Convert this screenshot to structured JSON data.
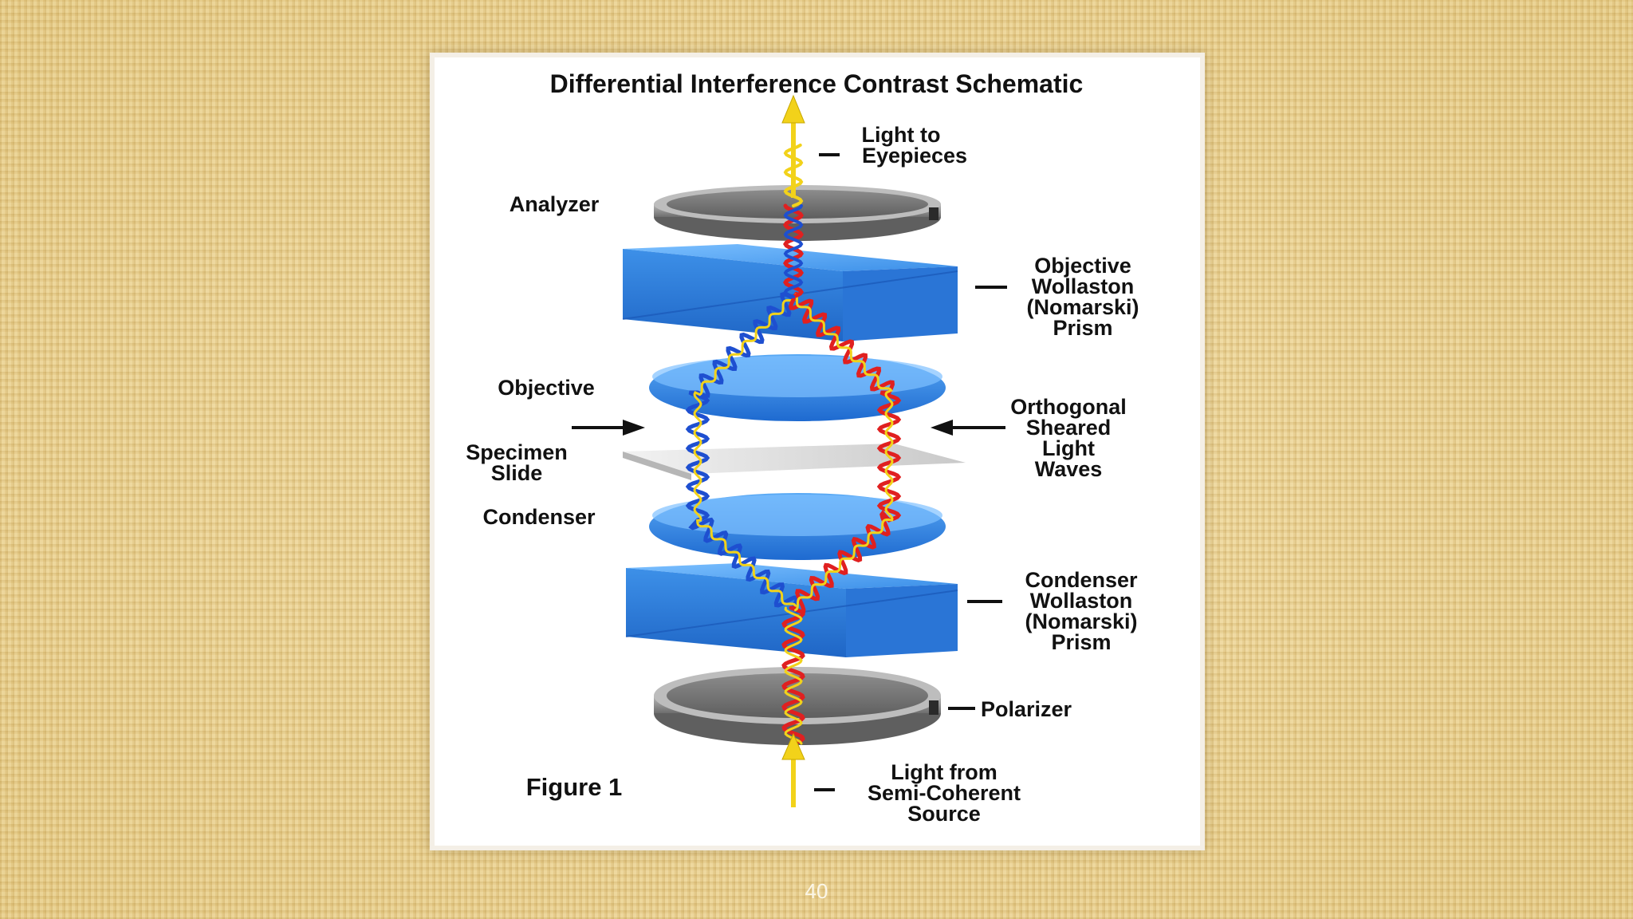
{
  "diagram": {
    "title": "Differential Interference Contrast Schematic",
    "labels": {
      "light_to_eyepieces": [
        "Light to",
        "Eyepieces"
      ],
      "analyzer": "Analyzer",
      "objective_prism": [
        "Objective",
        "Wollaston",
        "(Nomarski)",
        "Prism"
      ],
      "objective": "Objective",
      "orthogonal": [
        "Orthogonal",
        "Sheared",
        "Light",
        "Waves"
      ],
      "specimen_slide": [
        "Specimen",
        "Slide"
      ],
      "condenser": "Condenser",
      "condenser_prism": [
        "Condenser",
        "Wollaston",
        "(Nomarski)",
        "Prism"
      ],
      "polarizer": "Polarizer",
      "figure": "Figure 1",
      "light_from_source": [
        "Light from",
        "Semi-Coherent",
        "Source"
      ]
    },
    "colors": {
      "prism_blue": "#3a8fe6",
      "wave_red": "#e02020",
      "wave_blue": "#1e4fd0",
      "wave_yellow": "#f2d21a",
      "disk_gray": "#8e8e8e"
    }
  },
  "page_number": "40"
}
